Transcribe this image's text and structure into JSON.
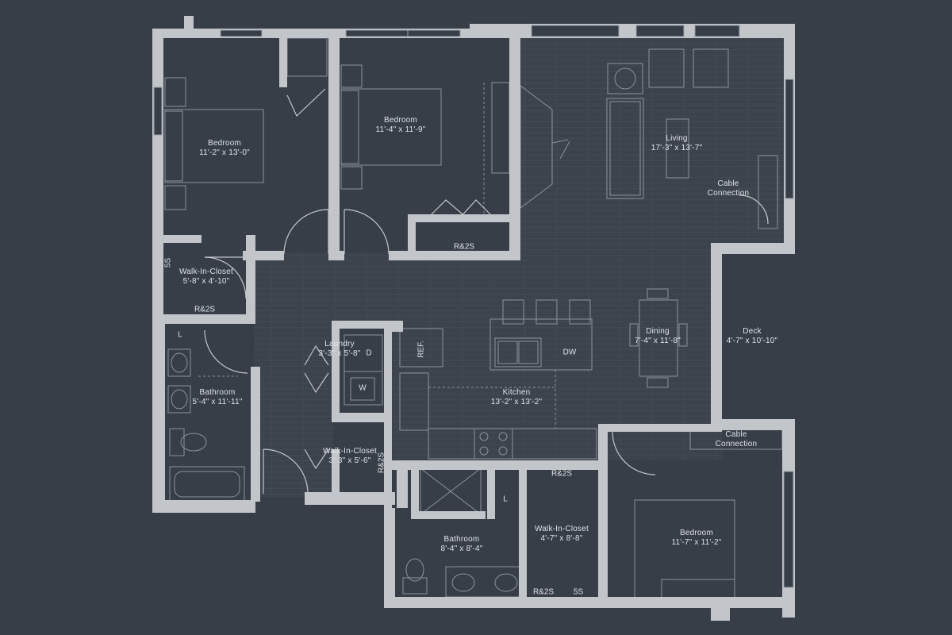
{
  "rooms": [
    {
      "name": "Bedroom",
      "dims": "11'-2\" x 13'-0\""
    },
    {
      "name": "Bedroom",
      "dims": "11'-4\" x 11'-9\""
    },
    {
      "name": "Living",
      "dims": "17'-3\" x 13'-7\""
    },
    {
      "name": "Walk-In-Closet",
      "dims": "5'-8\" x 4'-10\""
    },
    {
      "name": "Laundry",
      "dims": "3'-3\" x 5'-8\""
    },
    {
      "name": "Bathroom",
      "dims": "5'-4\" x 11'-11\""
    },
    {
      "name": "Dining",
      "dims": "7'-4\" x 11'-8\""
    },
    {
      "name": "Deck",
      "dims": "4'-7\" x 10'-10\""
    },
    {
      "name": "Kitchen",
      "dims": "13'-2\" x 13'-2\""
    },
    {
      "name": "Walk-In-Closet",
      "dims": "3'-3\" x 5'-6\""
    },
    {
      "name": "Bathroom",
      "dims": "8'-4\" x 8'-4\""
    },
    {
      "name": "Walk-In-Closet",
      "dims": "4'-7\" x 8'-8\""
    },
    {
      "name": "Bedroom",
      "dims": "11'-7\" x 11'-2\""
    }
  ],
  "notes": {
    "cable_connection_line1": "Cable",
    "cable_connection_line2": "Connection"
  },
  "fixtures": {
    "rs": "R&2S",
    "fives": "5S",
    "linen": "L",
    "ref": "REF.",
    "dishwasher": "DW",
    "washer": "W",
    "dryer": "D"
  },
  "colors": {
    "background": "#373e47",
    "walls": "#c2c6cb",
    "text": "#dfe3e8"
  }
}
